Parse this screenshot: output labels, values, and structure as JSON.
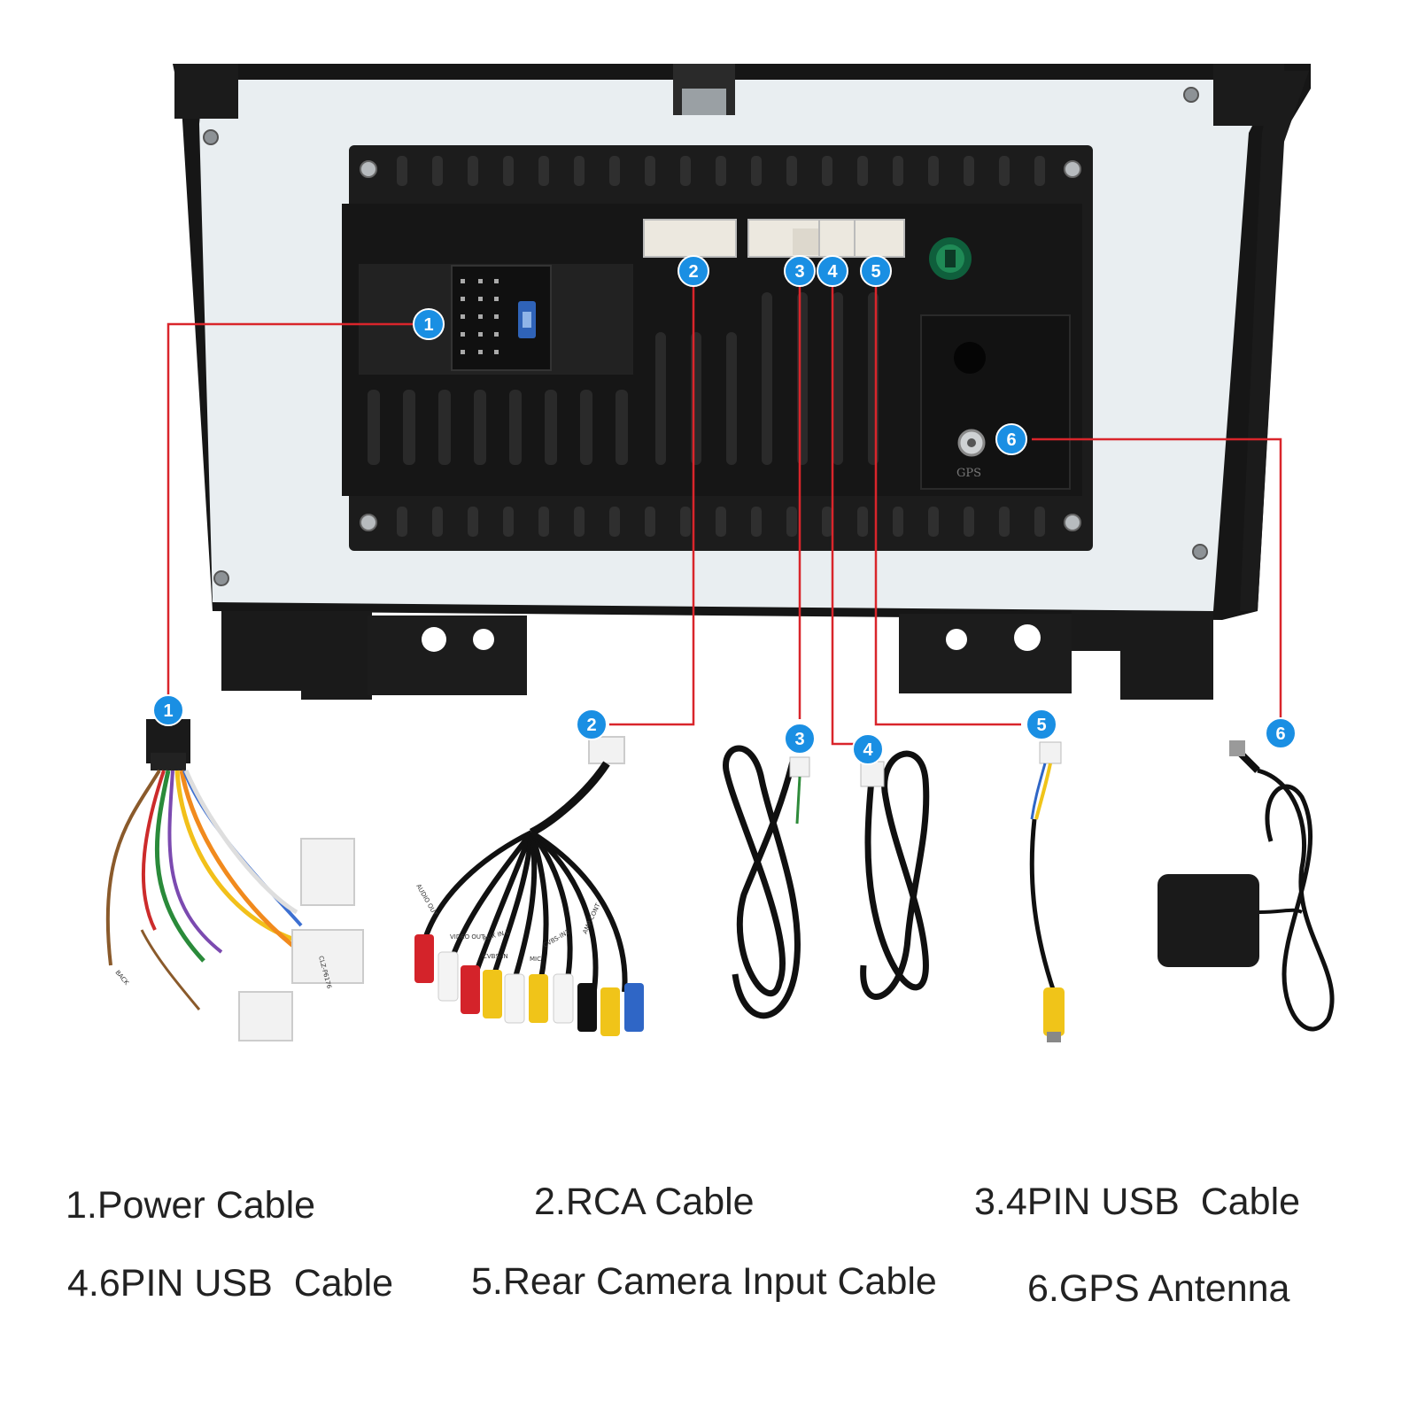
{
  "callouts": [
    "1",
    "2",
    "3",
    "4",
    "5",
    "6"
  ],
  "port_labels": {
    "gps": "GPS"
  },
  "connector_labels": {
    "power_back": "BACK",
    "power_part_no": "CLZ-P6176",
    "rca_audio_out": "AUDIO OUT",
    "rca_video_out": "VIDEO OUT",
    "rca_aux_in": "AUX IN L",
    "rca_cvbs_in": "CVBS-IN",
    "rca_mic": "MIC",
    "rca_cvbs2": "CVBS-IN2",
    "rca_amp": "AMP CONT"
  },
  "legend": [
    "1.Power Cable",
    "2.RCA Cable",
    "3.4PIN USB  Cable",
    "4.6PIN USB  Cable",
    "5.Rear Camera Input Cable",
    "6.GPS Antenna"
  ],
  "colors": {
    "callout_badge": "#1a8fe3",
    "leader_line": "#d9252b",
    "housing": "#1c1c1c",
    "back_plate": "#e9eef1"
  }
}
